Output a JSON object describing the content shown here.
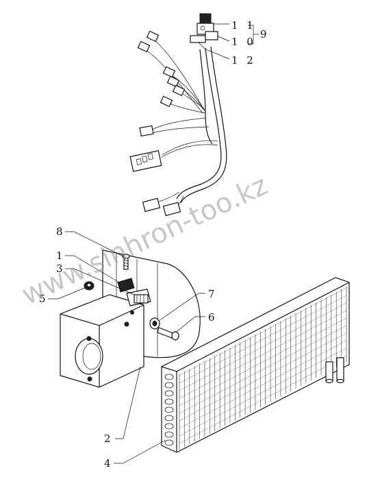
{
  "diagram": {
    "callouts": {
      "c1": "1",
      "c2": "2",
      "c3": "3",
      "c4": "4",
      "c5": "5",
      "c6": "6",
      "c7": "7",
      "c8": "8",
      "c9": "9",
      "c10": "1 0",
      "c11": "1 1",
      "c12": "1 2"
    },
    "watermark": "www.sinhron-too.kz",
    "parts": [
      "wiring-harness",
      "blower-motor",
      "blower-housing",
      "resistor",
      "heater-core",
      "bolt",
      "washer",
      "nut",
      "screw",
      "connector-switch"
    ]
  }
}
